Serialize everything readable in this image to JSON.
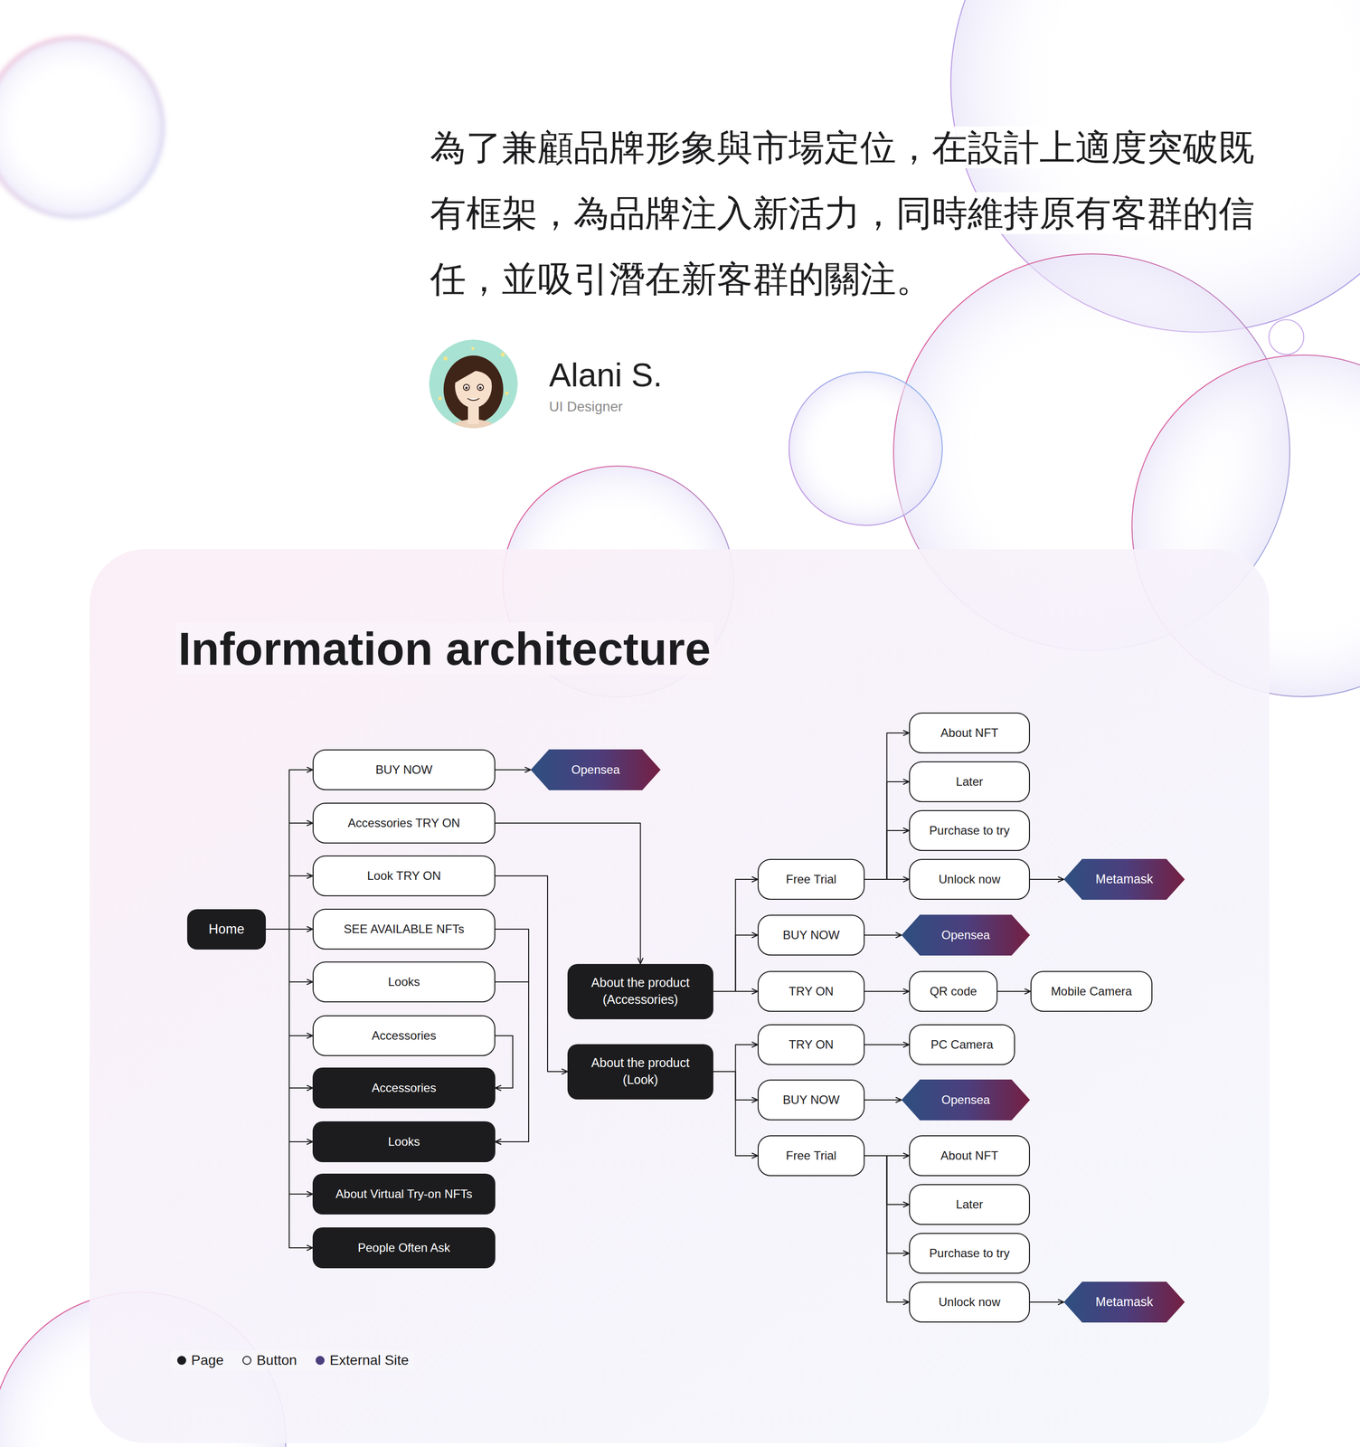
{
  "diagram": {
    "title": "Information architecture",
    "nodes": [
      {
        "text": [
          "Home"
        ]
      },
      {
        "text": [
          "BUY NOW"
        ]
      },
      {
        "text": [
          "Accessories TRY ON"
        ]
      },
      {
        "text": [
          "Look TRY ON"
        ]
      },
      {
        "text": [
          "SEE AVAILABLE NFTs"
        ]
      },
      {
        "text": [
          "Looks"
        ]
      },
      {
        "text": [
          "Accessories"
        ]
      },
      {
        "text": [
          "Accessories"
        ]
      },
      {
        "text": [
          "Looks"
        ]
      },
      {
        "text": [
          "About Virtual Try-on NFTs"
        ]
      },
      {
        "text": [
          "People Often Ask"
        ]
      },
      {
        "text": [
          "Opensea"
        ]
      },
      {
        "text": [
          "About the product (Accessories)"
        ]
      },
      {
        "text": [
          "About the product (Look)"
        ]
      },
      {
        "text": [
          "About NFT"
        ]
      },
      {
        "text": [
          "Later"
        ]
      },
      {
        "text": [
          "Purchase to try"
        ]
      },
      {
        "text": [
          "Free Trial"
        ]
      },
      {
        "text": [
          "Unlock now"
        ]
      },
      {
        "text": [
          "Metamask"
        ]
      },
      {
        "text": [
          "BUY NOW"
        ]
      },
      {
        "text": [
          "Opensea"
        ]
      },
      {
        "text": [
          "TRY ON"
        ]
      },
      {
        "text": [
          "QR code"
        ]
      },
      {
        "text": [
          "Mobile Camera"
        ]
      },
      {
        "text": [
          "TRY ON"
        ]
      },
      {
        "text": [
          "PC Camera"
        ]
      },
      {
        "text": [
          "BUY NOW"
        ]
      },
      {
        "text": [
          "Opensea"
        ]
      },
      {
        "text": [
          "Free Trial"
        ]
      },
      {
        "text": [
          "About NFT"
        ]
      },
      {
        "text": [
          "Later"
        ]
      },
      {
        "text": [
          "Purchase to try"
        ]
      },
      {
        "text": [
          "Unlock now"
        ]
      },
      {
        "text": [
          "Metamask"
        ]
      }
    ],
    "edges": [
      {
        "from": 0,
        "to": 1,
        "arrow": "to"
      },
      {
        "from": 0,
        "to": 2,
        "arrow": "to"
      },
      {
        "from": 0,
        "to": 3,
        "arrow": "to"
      },
      {
        "from": 0,
        "to": 4,
        "arrow": "to"
      },
      {
        "from": 0,
        "to": 5,
        "arrow": "to"
      },
      {
        "from": 0,
        "to": 6,
        "arrow": "to"
      },
      {
        "from": 0,
        "to": 7,
        "arrow": "to"
      },
      {
        "from": 0,
        "to": 8,
        "arrow": "to"
      },
      {
        "from": 0,
        "to": 9,
        "arrow": "to"
      },
      {
        "from": 0,
        "to": 10,
        "arrow": "to"
      },
      {
        "from": 1,
        "to": 11,
        "arrow": "to"
      },
      {
        "from": 2,
        "to": 12,
        "arrow": "to"
      },
      {
        "from": 3,
        "to": 13,
        "arrow": "to"
      },
      {
        "from": 4,
        "to": 8,
        "arrow": "to"
      },
      {
        "from": 5,
        "to": 8,
        "arrow": "to"
      },
      {
        "from": 6,
        "to": 7,
        "arrow": "to"
      },
      {
        "from": 12,
        "to": 17,
        "arrow": "to"
      },
      {
        "from": 12,
        "to": 20,
        "arrow": "to"
      },
      {
        "from": 12,
        "to": 22,
        "arrow": "to"
      },
      {
        "from": 13,
        "to": 25,
        "arrow": "to"
      },
      {
        "from": 13,
        "to": 27,
        "arrow": "to"
      },
      {
        "from": 13,
        "to": 29,
        "arrow": "to"
      },
      {
        "from": 17,
        "to": 14,
        "arrow": "to"
      },
      {
        "from": 17,
        "to": 15,
        "arrow": "to"
      },
      {
        "from": 17,
        "to": 16,
        "arrow": "to"
      },
      {
        "from": 17,
        "to": 18,
        "arrow": "to"
      },
      {
        "from": 18,
        "to": 19,
        "arrow": "to"
      },
      {
        "from": 20,
        "to": 21,
        "arrow": "to"
      },
      {
        "from": 22,
        "to": 23,
        "arrow": "to"
      },
      {
        "from": 23,
        "to": 24,
        "arrow": "to"
      },
      {
        "from": 25,
        "to": 26,
        "arrow": "to"
      },
      {
        "from": 27,
        "to": 28,
        "arrow": "to"
      },
      {
        "from": 29,
        "to": 30,
        "arrow": "to"
      },
      {
        "from": 29,
        "to": 31,
        "arrow": "to"
      },
      {
        "from": 29,
        "to": 32,
        "arrow": "to"
      },
      {
        "from": 29,
        "to": 33,
        "arrow": "to"
      },
      {
        "from": 33,
        "to": 34,
        "arrow": "to"
      }
    ],
    "labels": [
      "為了兼顧品牌形象與市場定位，在設計上適度突破既有框架，為品牌注入新活力，同時維持原有客群的信任，並吸引潛在新客群的關注。",
      "Alani S.",
      "UI Designer"
    ],
    "legend": [
      {
        "text": "Page",
        "color": "#1c1c1e"
      },
      {
        "text": "Button"
      },
      {
        "text": "External Site",
        "color": "#4b3f7e"
      }
    ]
  }
}
